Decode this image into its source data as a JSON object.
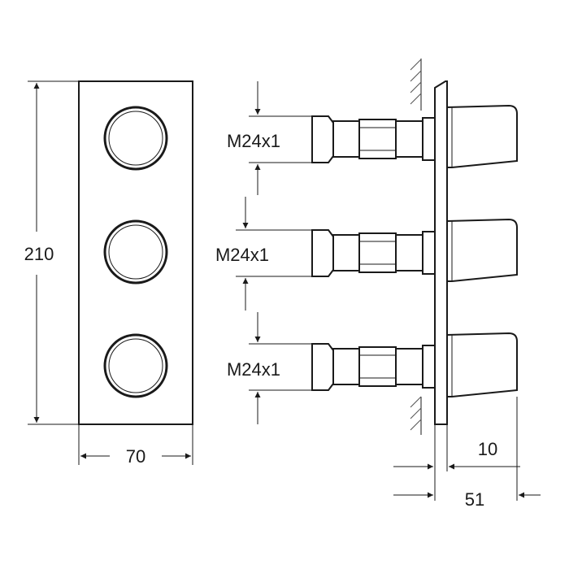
{
  "dimensions": {
    "height": "210",
    "width": "70",
    "plate_thickness": "10",
    "total_depth": "51",
    "thread_top": "M24x1",
    "thread_middle": "M24x1",
    "thread_bottom": "M24x1"
  }
}
